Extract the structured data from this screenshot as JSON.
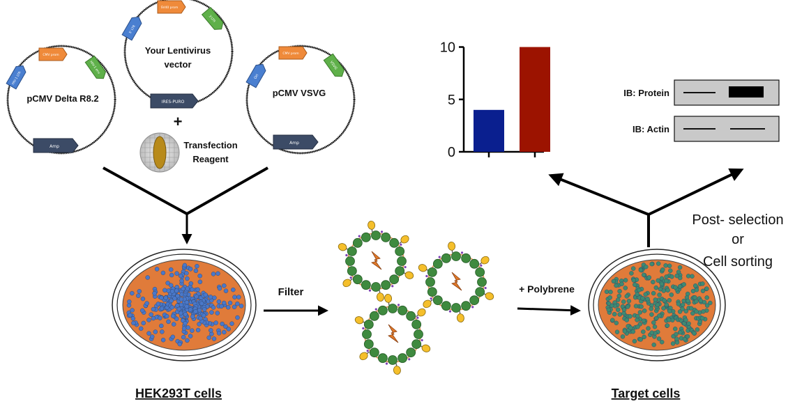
{
  "plasmids": {
    "delta": {
      "name": "pCMV Delta R8.2",
      "features": [
        "HIV-1 LTR",
        "CMV prom",
        "HIV-1 env",
        "Amp"
      ]
    },
    "lenti": {
      "name_line1": "Your Lentivirus",
      "name_line2": "vector",
      "features": [
        "5' LTR",
        "SV40 prom",
        "3'LTR",
        "IRES-PURO"
      ]
    },
    "vsvg": {
      "name": "pCMV VSVG",
      "features": [
        "Ori",
        "CMV prom",
        "VSVG",
        "Amp"
      ]
    }
  },
  "plus_sign": "+",
  "reagent": {
    "line1": "Transfection",
    "line2": "Reagent"
  },
  "cells": {
    "source": "HEK293T cells",
    "target": "Target cells"
  },
  "steps": {
    "filter": "Filter",
    "polybrene": "+ Polybrene",
    "post_line1": "Post- selection",
    "post_line2": "or",
    "post_line3": "Cell sorting"
  },
  "blot": {
    "row1": "IB: Protein",
    "row2": "IB: Actin"
  },
  "colors": {
    "plate_fill": "#e07b3a",
    "source_cell": "#4a78c9",
    "target_cell": "#3f8a72",
    "virus_bead": "#3f8a3f",
    "glycoprotein": "#f5bf2b",
    "bar1": "#0a1f8f",
    "bar2": "#9c1300"
  },
  "chart_data": {
    "type": "bar",
    "categories": [
      "",
      ""
    ],
    "values": [
      4,
      10
    ],
    "ylim": [
      0,
      10.5
    ],
    "yticks": [
      "0",
      "5",
      "10"
    ],
    "ytick_values": [
      0,
      5,
      10
    ],
    "title": "",
    "xlabel": "",
    "ylabel": "",
    "grid": false
  }
}
